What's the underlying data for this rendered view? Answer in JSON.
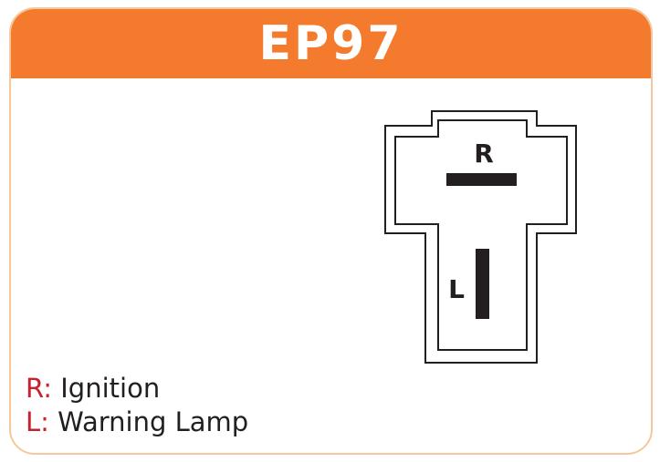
{
  "header": {
    "title": "EP97"
  },
  "connector": {
    "pins": [
      {
        "id": "R",
        "label": "R"
      },
      {
        "id": "L",
        "label": "L"
      }
    ]
  },
  "legend": {
    "items": [
      {
        "key": "R:",
        "description": "Ignition"
      },
      {
        "key": "L:",
        "description": "Warning Lamp"
      }
    ]
  },
  "colors": {
    "header_bg": "#f47b2e",
    "card_border": "#f5c79d",
    "legend_key": "#c8202f",
    "ink": "#231f20"
  }
}
